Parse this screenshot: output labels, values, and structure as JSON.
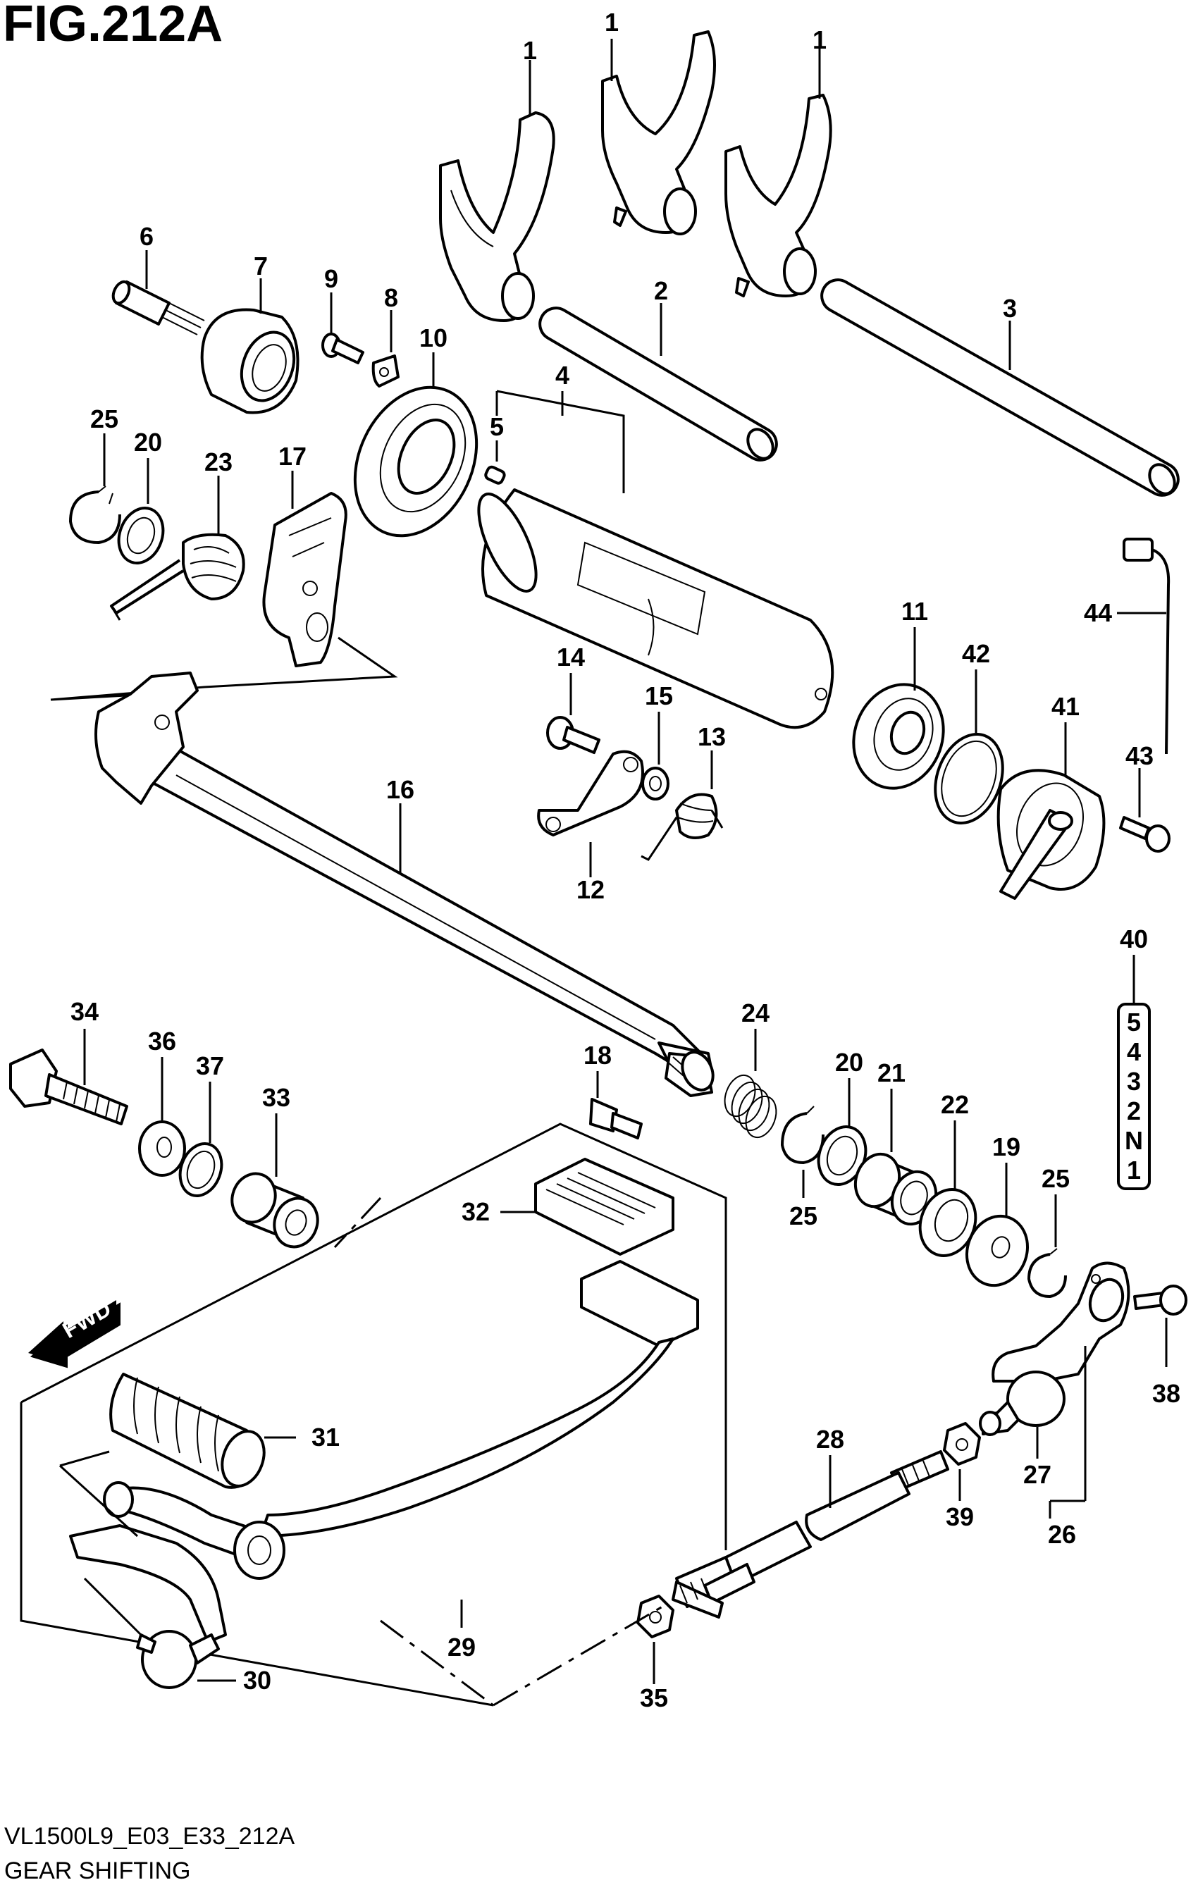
{
  "figure": {
    "title": "FIG.212A",
    "model_code": "VL1500L9_E03_E33_212A",
    "section_name": "GEAR SHIFTING"
  },
  "direction_indicator": "FWD",
  "gear_positions": [
    "5",
    "4",
    "3",
    "2",
    "N",
    "1"
  ],
  "callouts": {
    "fork_1a": "1",
    "fork_1b": "1",
    "fork_1c": "1",
    "shaft_2": "2",
    "shaft_3": "3",
    "cam_4": "4",
    "pin_5": "5",
    "pin_6": "6",
    "stopper_7": "7",
    "plate_8": "8",
    "screw_9": "9",
    "bearing_10": "10",
    "bearing_11": "11",
    "arm_12": "12",
    "spring_13": "13",
    "bolt_14": "14",
    "washer_15": "15",
    "shaft_16": "16",
    "plate_17": "17",
    "bolt_18": "18",
    "washer_19": "19",
    "washer_20a": "20",
    "washer_20b": "20",
    "bearing_21": "21",
    "seal_22": "22",
    "spring_23": "23",
    "spring_24": "24",
    "clip_25a": "25",
    "clip_25b": "25",
    "clip_25c": "25",
    "lever_26": "26",
    "joint_27": "27",
    "rod_28": "28",
    "pedal_29": "29",
    "joint_30": "30",
    "rubber_31": "31",
    "rubber_32": "32",
    "spacer_33": "33",
    "bolt_34": "34",
    "nut_35": "35",
    "washer_36": "36",
    "ring_37": "37",
    "bolt_38": "38",
    "nut_39": "39",
    "indicator_40": "40",
    "switch_41": "41",
    "oring_42": "42",
    "bolt_43": "43",
    "wire_44": "44"
  }
}
